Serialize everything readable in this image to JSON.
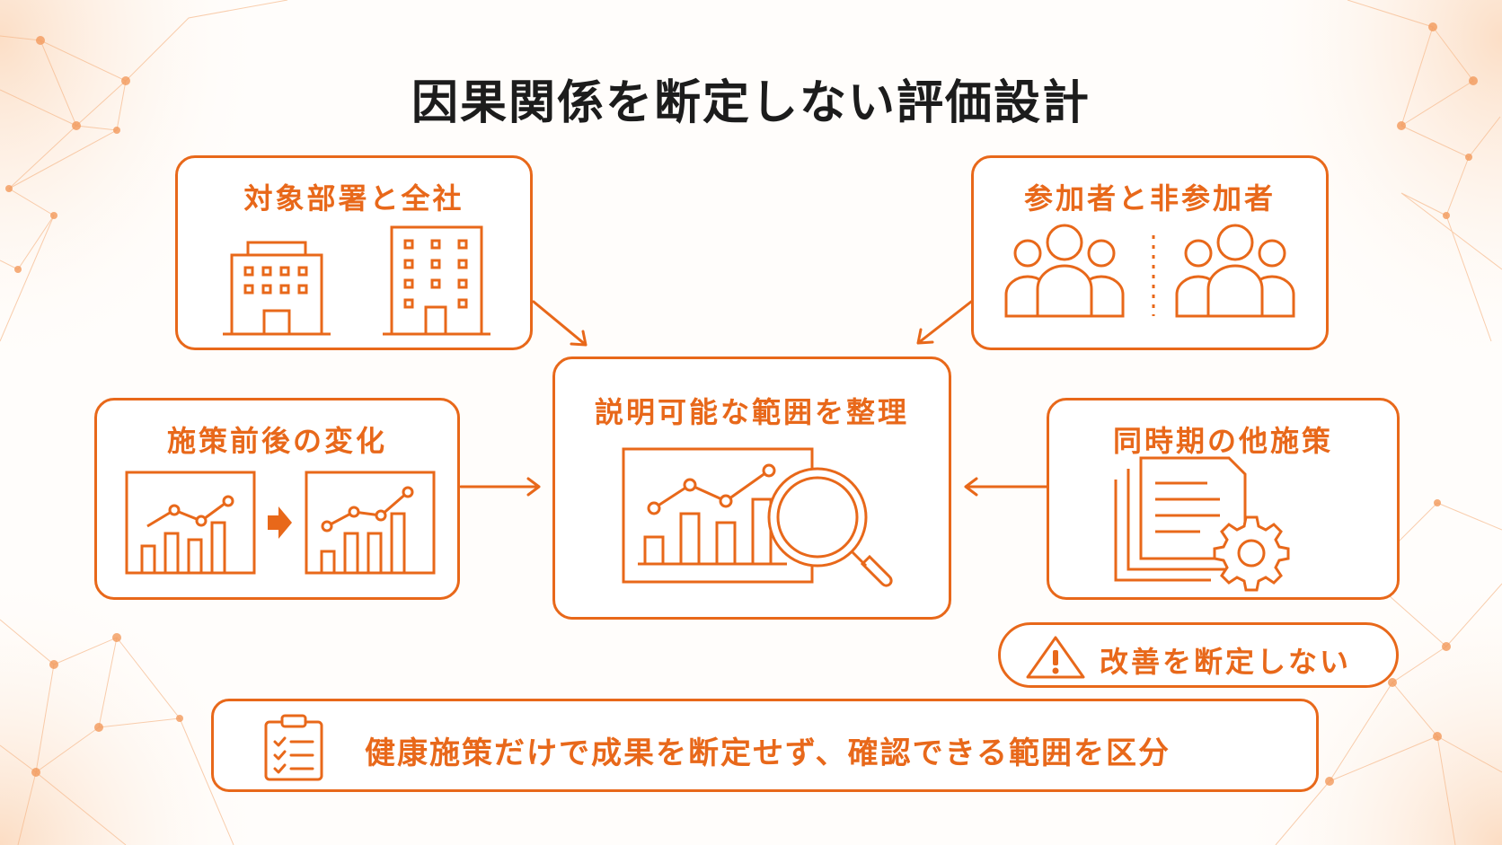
{
  "title": "因果関係を断定しない評価設計",
  "colors": {
    "accent": "#e8681a",
    "title": "#1c1c1c",
    "background": "#fffdfb"
  },
  "cards": {
    "dept": {
      "title": "対象部署と全社",
      "icons": [
        "building-small-icon",
        "building-tall-icon"
      ]
    },
    "participants": {
      "title": "参加者と非参加者",
      "icons": [
        "group-icon",
        "group-icon"
      ]
    },
    "before_after": {
      "title": "施策前後の変化",
      "icons": [
        "chart-before-icon",
        "right-arrow-icon",
        "chart-after-icon"
      ]
    },
    "center": {
      "title": "説明可能な範囲を整理",
      "icons": [
        "chart-magnifier-icon"
      ]
    },
    "other_policies": {
      "title": "同時期の他施策",
      "icons": [
        "documents-gear-icon"
      ]
    }
  },
  "warning": {
    "label": "改善を断定しない",
    "icon": "warning-icon"
  },
  "bottom": {
    "label": "健康施策だけで成果を断定せず、確認できる範囲を区分",
    "icon": "clipboard-checklist-icon"
  }
}
